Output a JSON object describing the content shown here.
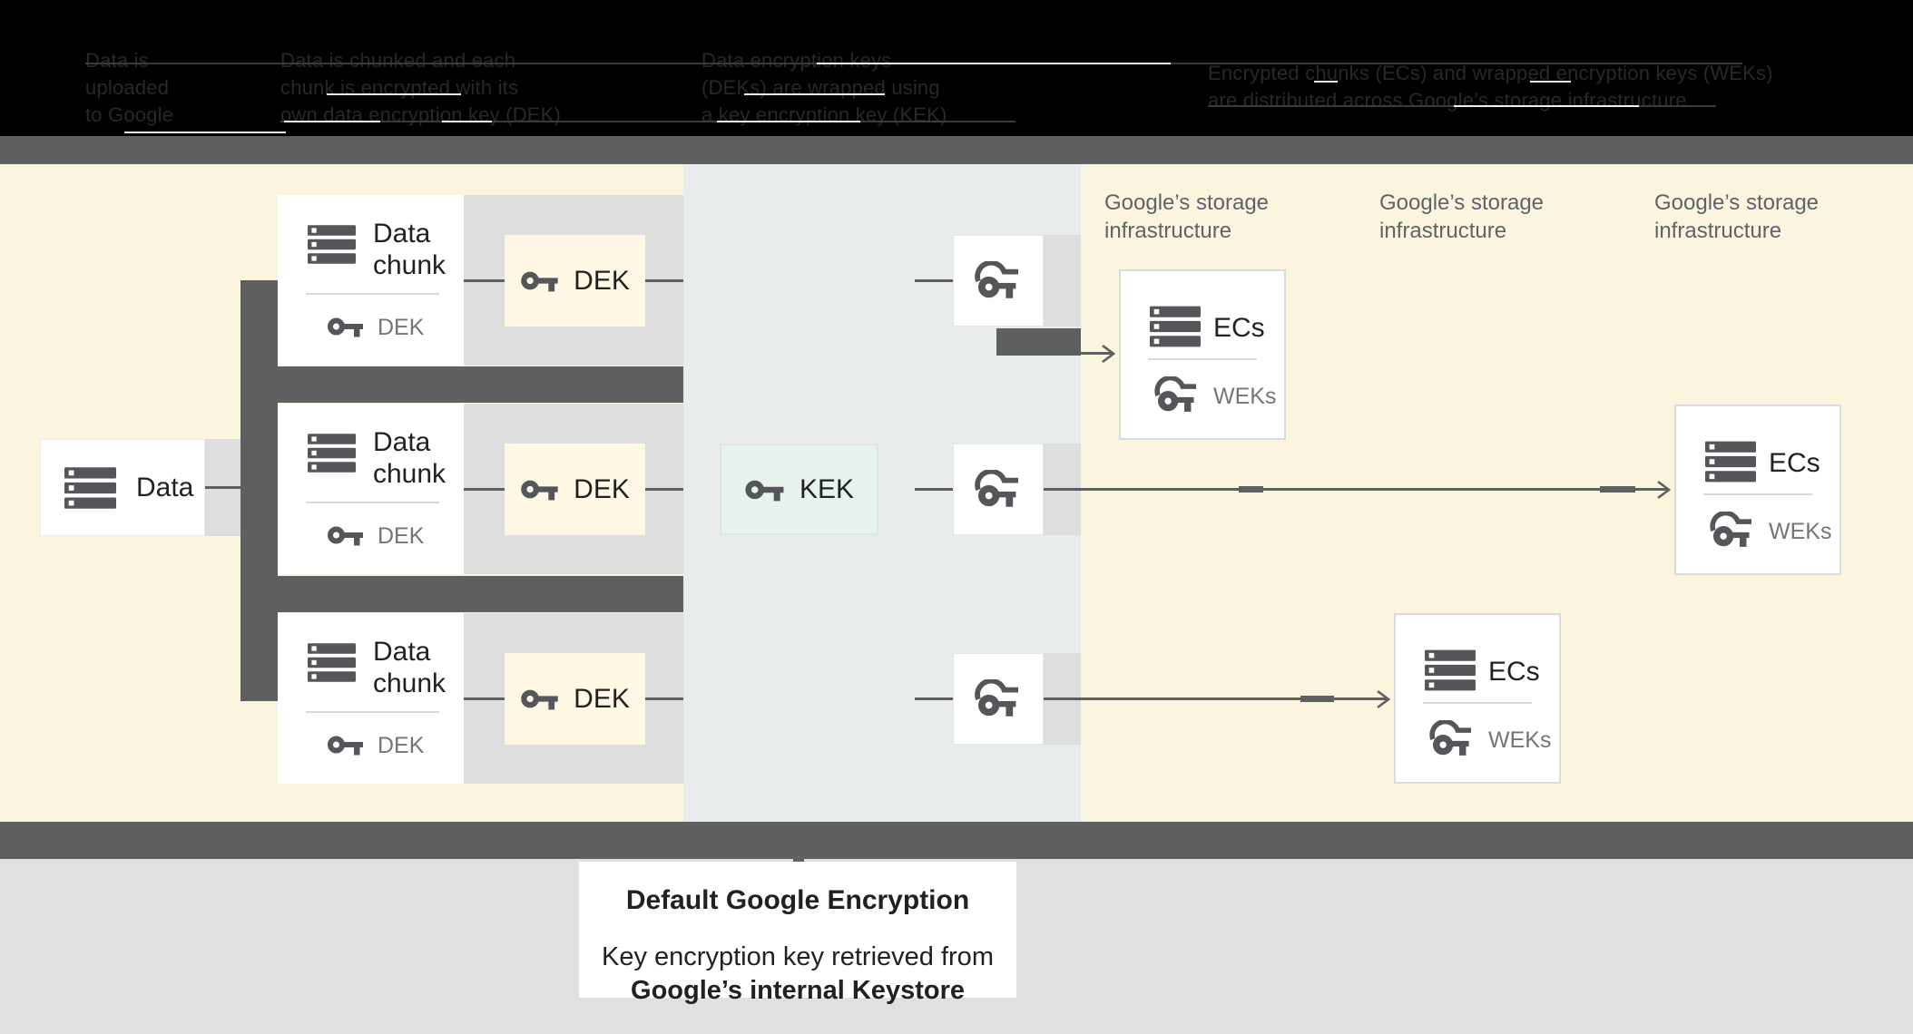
{
  "colors": {
    "header_bg": "#000000",
    "band_gray": "#5E5F61",
    "cream_bg": "#FBF4DF",
    "mid_panel_bg": "#E8ECED",
    "row_gray": "#DEDEDE",
    "dek_box_cream": "#FDF7E3",
    "kek_box_green": "#E7F3EC",
    "footer_gray": "#E0E0E0",
    "icon_gray": "#54565A",
    "text_primary": "#212121",
    "text_secondary": "#757575",
    "storage_label_gray": "#5F6368"
  },
  "header": {
    "steps": [
      {
        "lines": [
          "Data is",
          "uploaded",
          "to Google"
        ]
      },
      {
        "lines": [
          "Data is chunked and each",
          "chunk is encrypted with its",
          "own data encryption key (DEK)"
        ]
      },
      {
        "lines": [
          "Data encryption keys",
          "(DEKs) are wrapped using",
          "a key encryption key (KEK)"
        ]
      },
      {
        "lines": [
          "Encrypted chunks (ECs) and wrapped encryption keys (WEKs)",
          "are distributed across Google’s storage infrastructure"
        ]
      }
    ]
  },
  "diagram": {
    "data_box": {
      "label": "Data"
    },
    "chunk_rows": [
      {
        "title": "Data chunk",
        "key_label": "DEK",
        "dek_box_label": "DEK"
      },
      {
        "title": "Data chunk",
        "key_label": "DEK",
        "dek_box_label": "DEK"
      },
      {
        "title": "Data chunk",
        "key_label": "DEK",
        "dek_box_label": "DEK"
      }
    ],
    "kek_box": {
      "label": "KEK"
    },
    "storage_labels": [
      "Google’s storage infrastructure",
      "Google’s storage infrastructure",
      "Google’s storage infrastructure"
    ],
    "ec_boxes": [
      {
        "title": "ECs",
        "key_label": "WEKs"
      },
      {
        "title": "ECs",
        "key_label": "WEKs"
      },
      {
        "title": "ECs",
        "key_label": "WEKs"
      }
    ]
  },
  "caption": {
    "title": "Default Google Encryption",
    "line1": "Key encryption key retrieved from",
    "line2": "Google’s internal Keystore"
  }
}
